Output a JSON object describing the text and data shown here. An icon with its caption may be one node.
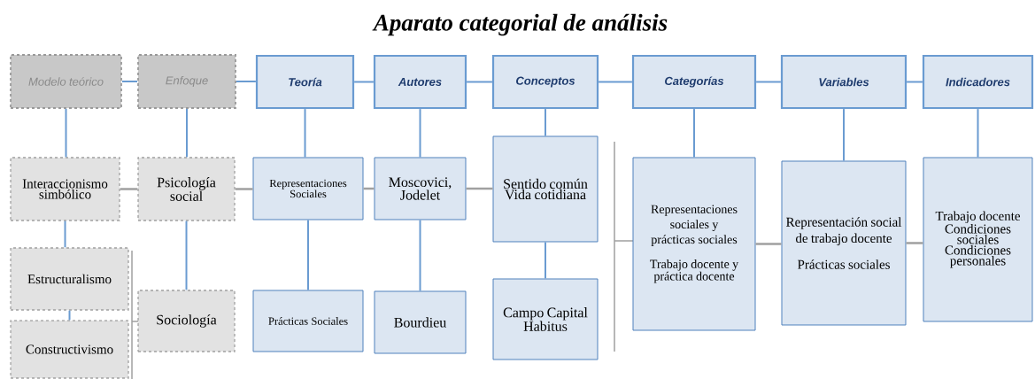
{
  "diagram": {
    "title": "Aparato categorial de análisis",
    "nodes": [
      {
        "text": [
          "Modelo teórico"
        ]
      },
      {
        "text": [
          "Enfoque"
        ]
      },
      {
        "text": [
          "Teoría"
        ]
      },
      {
        "text": [
          "Autores"
        ]
      },
      {
        "text": [
          "Conceptos"
        ]
      },
      {
        "text": [
          "Categorías"
        ]
      },
      {
        "text": [
          "Variables"
        ]
      },
      {
        "text": [
          "Indicadores"
        ]
      },
      {
        "text": [
          "Interaccionismo simbólico"
        ]
      },
      {
        "text": [
          "Psicología social"
        ]
      },
      {
        "text": [
          "Representaciones Sociales"
        ]
      },
      {
        "text": [
          "Moscovici, Jodelet"
        ]
      },
      {
        "text": [
          "Sentido común Vida cotidiana"
        ]
      },
      {
        "text": [
          "Representaciones sociales y prácticas sociales",
          "Trabajo docente y práctica docente"
        ]
      },
      {
        "text": [
          "Representación social de trabajo docente",
          "Prácticas sociales"
        ]
      },
      {
        "text": [
          "Trabajo docente Condiciones sociales Condiciones personales"
        ]
      },
      {
        "text": [
          "Estructuralismo"
        ]
      },
      {
        "text": [
          "Constructivismo"
        ]
      },
      {
        "text": [
          "Sociología"
        ]
      },
      {
        "text": [
          "Prácticas Sociales"
        ]
      },
      {
        "text": [
          "Bourdieu"
        ]
      },
      {
        "text": [
          "Campo Capital Habitus"
        ]
      }
    ],
    "edges": [
      {
        "from": 0,
        "to": 1,
        "arrow": "none"
      },
      {
        "from": 1,
        "to": 2,
        "arrow": "none"
      },
      {
        "from": 2,
        "to": 3,
        "arrow": "none"
      },
      {
        "from": 3,
        "to": 4,
        "arrow": "none"
      },
      {
        "from": 4,
        "to": 5,
        "arrow": "none"
      },
      {
        "from": 5,
        "to": 6,
        "arrow": "none"
      },
      {
        "from": 6,
        "to": 7,
        "arrow": "none"
      },
      {
        "from": 0,
        "to": 8,
        "arrow": "none"
      },
      {
        "from": 1,
        "to": 9,
        "arrow": "none"
      },
      {
        "from": 2,
        "to": 10,
        "arrow": "none"
      },
      {
        "from": 3,
        "to": 11,
        "arrow": "none"
      },
      {
        "from": 4,
        "to": 12,
        "arrow": "none"
      },
      {
        "from": 5,
        "to": 13,
        "arrow": "none"
      },
      {
        "from": 6,
        "to": 14,
        "arrow": "none"
      },
      {
        "from": 7,
        "to": 15,
        "arrow": "none"
      },
      {
        "from": 8,
        "to": 16,
        "arrow": "none"
      },
      {
        "from": 16,
        "to": 17,
        "arrow": "none"
      },
      {
        "from": 9,
        "to": 18,
        "arrow": "none"
      },
      {
        "from": 10,
        "to": 19,
        "arrow": "none"
      },
      {
        "from": 11,
        "to": 20,
        "arrow": "none"
      },
      {
        "from": 12,
        "to": 21,
        "arrow": "none"
      },
      {
        "from": 8,
        "to": 9,
        "arrow": "none",
        "color": "#a0a0a0"
      },
      {
        "from": 9,
        "to": 10,
        "arrow": "none",
        "color": "#a0a0a0"
      },
      {
        "from": 10,
        "to": 11,
        "arrow": "none",
        "color": "#a0a0a0"
      },
      {
        "from": 11,
        "to": 12,
        "arrow": "none",
        "color": "#a0a0a0"
      },
      {
        "from": 13,
        "to": 14,
        "arrow": "none",
        "color": "#a0a0a0"
      },
      {
        "from": 14,
        "to": 15,
        "arrow": "none",
        "color": "#a0a0a0"
      }
    ]
  }
}
